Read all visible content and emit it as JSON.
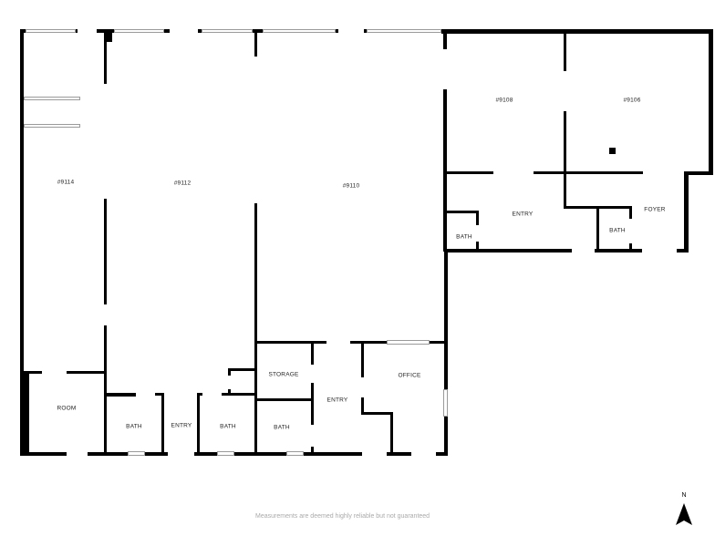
{
  "plan": {
    "type": "floor-plan",
    "rooms": [
      {
        "id": "9114",
        "label": "#9114"
      },
      {
        "id": "9112",
        "label": "#9112"
      },
      {
        "id": "9110",
        "label": "#9110"
      },
      {
        "id": "9108",
        "label": "#9108"
      },
      {
        "id": "9106",
        "label": "#9106"
      },
      {
        "id": "entry-east",
        "label": "ENTRY"
      },
      {
        "id": "bath-east-1",
        "label": "BATH"
      },
      {
        "id": "bath-east-2",
        "label": "BATH"
      },
      {
        "id": "foyer",
        "label": "FOYER"
      },
      {
        "id": "room",
        "label": "ROOM"
      },
      {
        "id": "bath-sw-1",
        "label": "BATH"
      },
      {
        "id": "entry-sw",
        "label": "ENTRY"
      },
      {
        "id": "bath-sw-2",
        "label": "BATH"
      },
      {
        "id": "storage",
        "label": "STORAGE"
      },
      {
        "id": "bath-s",
        "label": "BATH"
      },
      {
        "id": "entry-s",
        "label": "ENTRY"
      },
      {
        "id": "office",
        "label": "OFFICE"
      }
    ],
    "colors": {
      "wall": "#000000",
      "window": "#9a9a9a",
      "disclaimer": "#aaaaaa"
    }
  },
  "footer": {
    "disclaimer": "Measurements are deemed highly reliable but not guaranteed"
  },
  "compass": {
    "label": "N",
    "icon": "north-arrow-icon"
  }
}
